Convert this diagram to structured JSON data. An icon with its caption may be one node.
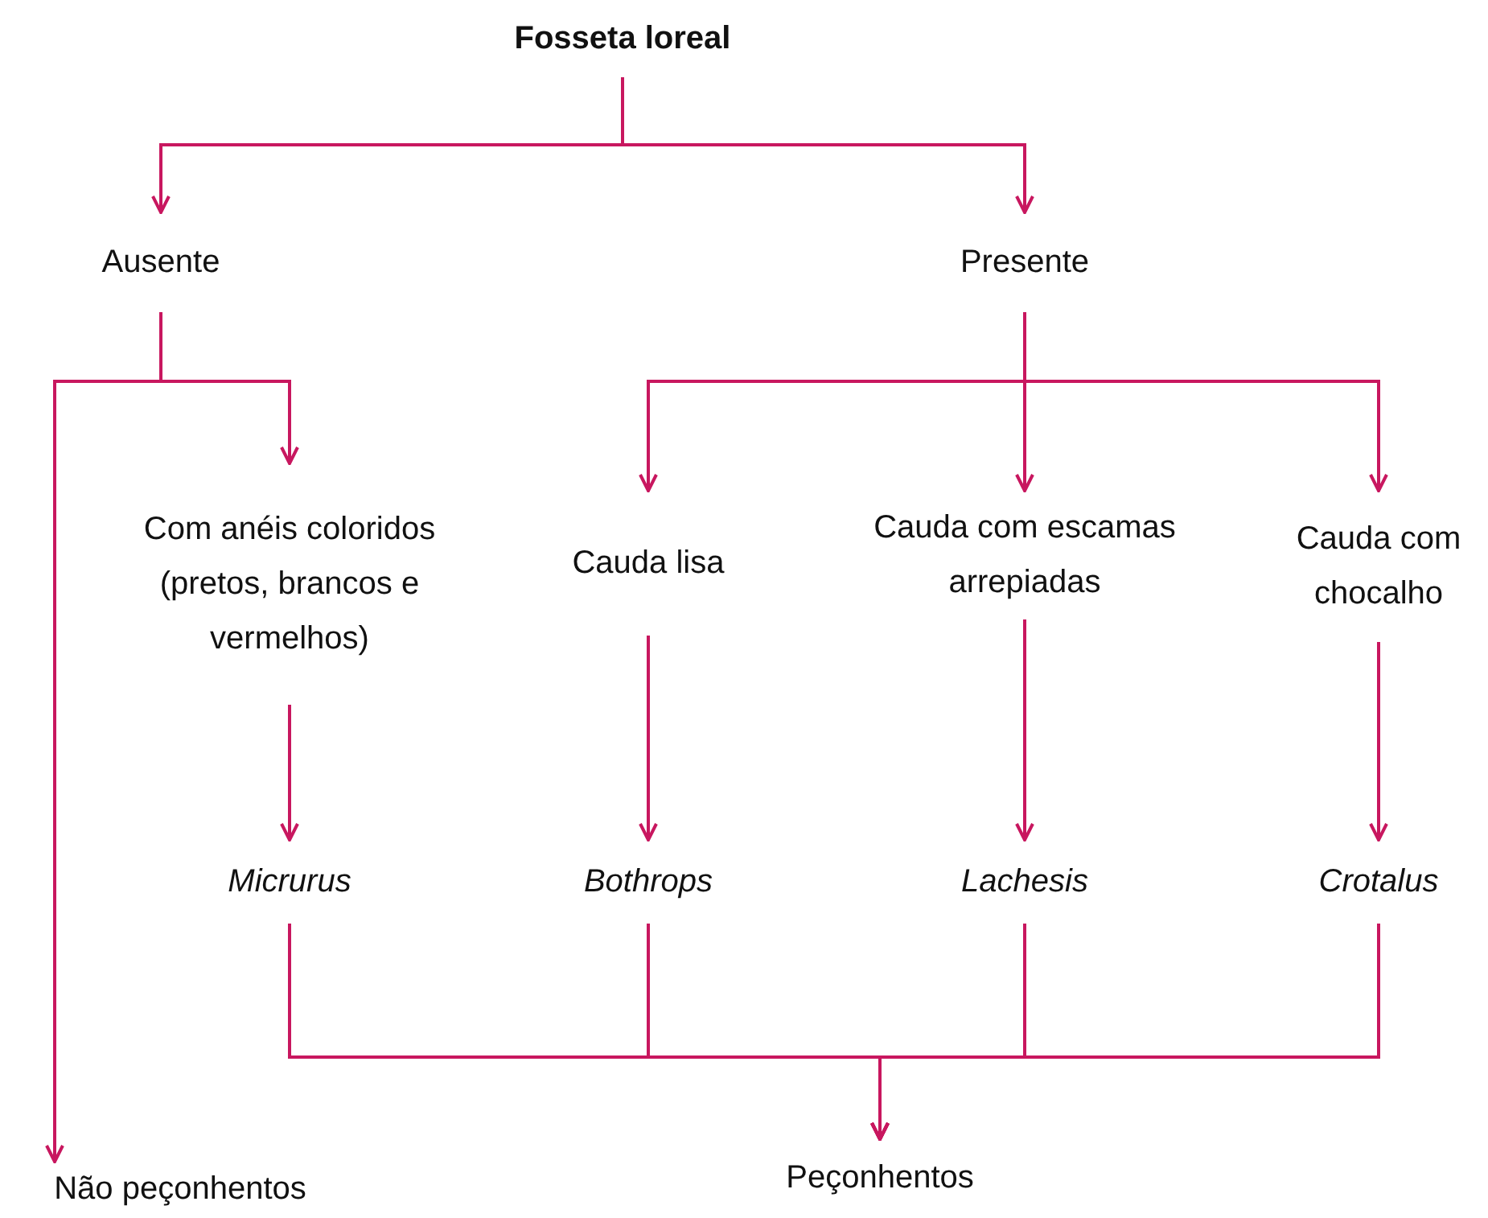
{
  "diagram": {
    "nodes": [
      {
        "text": [
          "Fosseta loreal"
        ]
      },
      {
        "text": [
          "Ausente"
        ]
      },
      {
        "text": [
          "Presente"
        ]
      },
      {
        "text": [
          "Com anéis coloridos (pretos, brancos e vermelhos)"
        ]
      },
      {
        "text": [
          "Cauda lisa"
        ]
      },
      {
        "text": [
          "Cauda com escamas arrepiadas"
        ]
      },
      {
        "text": [
          "Cauda com chocalho"
        ]
      },
      {
        "text": [
          "Micrurus"
        ]
      },
      {
        "text": [
          "Bothrops"
        ]
      },
      {
        "text": [
          "Lachesis"
        ]
      },
      {
        "text": [
          "Crotalus"
        ]
      },
      {
        "text": [
          "Não peçonhentos"
        ]
      },
      {
        "text": [
          "Peçonhentos"
        ]
      }
    ],
    "edges": [
      {
        "from": 0,
        "to": 1,
        "arrow": "to"
      },
      {
        "from": 0,
        "to": 2,
        "arrow": "to"
      },
      {
        "from": 1,
        "to": 11,
        "arrow": "to"
      },
      {
        "from": 1,
        "to": 3,
        "arrow": "to"
      },
      {
        "from": 2,
        "to": 4,
        "arrow": "to"
      },
      {
        "from": 2,
        "to": 5,
        "arrow": "to"
      },
      {
        "from": 2,
        "to": 6,
        "arrow": "to"
      },
      {
        "from": 3,
        "to": 7,
        "arrow": "to"
      },
      {
        "from": 4,
        "to": 8,
        "arrow": "to"
      },
      {
        "from": 5,
        "to": 9,
        "arrow": "to"
      },
      {
        "from": 6,
        "to": 10,
        "arrow": "to"
      },
      {
        "from": 7,
        "to": 12,
        "arrow": "to"
      },
      {
        "from": 8,
        "to": 12,
        "arrow": "to"
      },
      {
        "from": 9,
        "to": 12,
        "arrow": "to"
      },
      {
        "from": 10,
        "to": 12,
        "arrow": "to"
      }
    ]
  }
}
